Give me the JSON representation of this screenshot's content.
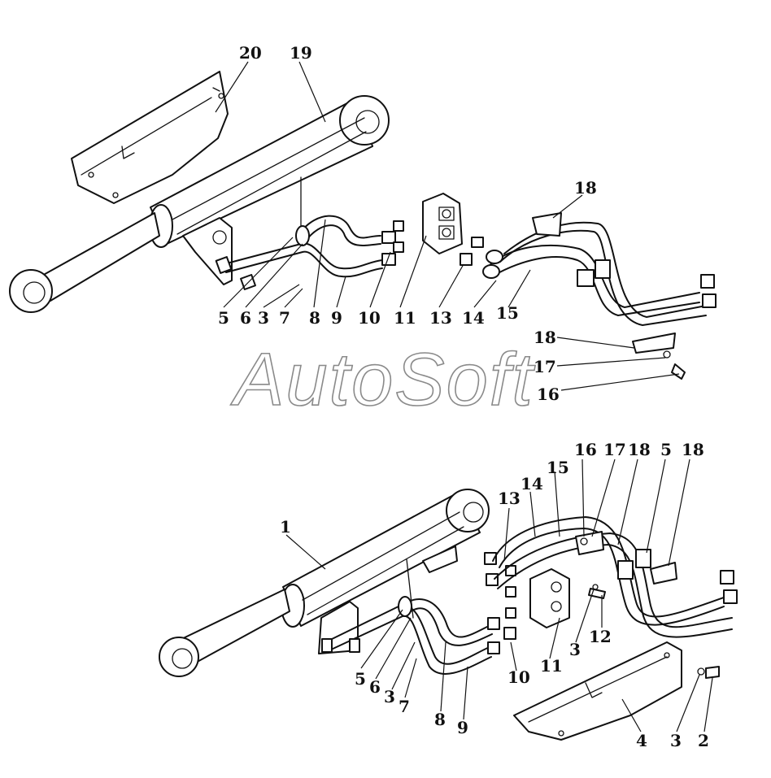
{
  "watermark": "AutoSoft",
  "colors": {
    "ink": "#111111",
    "watermark": "#8a8a8a",
    "background": "#ffffff"
  },
  "callouts_top": [
    "20",
    "19",
    "18",
    "5",
    "6",
    "3",
    "7",
    "8",
    "9",
    "10",
    "11",
    "13",
    "14",
    "15",
    "18",
    "17",
    "16"
  ],
  "callouts_bottom": [
    "16",
    "17",
    "18",
    "5",
    "18",
    "15",
    "14",
    "13",
    "1",
    "12",
    "3",
    "11",
    "10",
    "5",
    "6",
    "3",
    "7",
    "8",
    "9",
    "4",
    "3",
    "2"
  ]
}
